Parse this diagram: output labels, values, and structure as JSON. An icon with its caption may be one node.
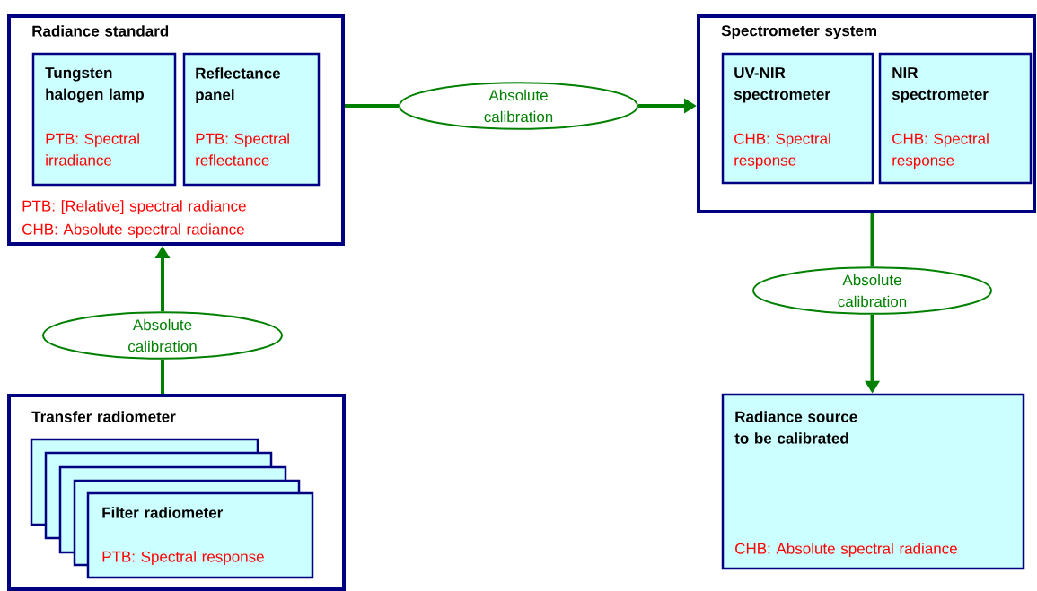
{
  "diagram": {
    "nodes": [
      {
        "text": [
          "Radiance standard",
          "PTB: [Relative] spectral radiance",
          "CHB: Absolute spectral radiance"
        ]
      },
      {
        "text": [
          "Tungsten halogen lamp",
          "PTB: Spectral irradiance"
        ],
        "in": 0
      },
      {
        "text": [
          "Reflectance panel",
          "PTB: Spectral reflectance"
        ],
        "in": 0
      },
      {
        "text": [
          "Absolute calibration"
        ]
      },
      {
        "text": [
          "Spectrometer system"
        ]
      },
      {
        "text": [
          "UV-NIR spectrometer",
          "CHB: Spectral response"
        ],
        "in": 4
      },
      {
        "text": [
          "NIR spectrometer",
          "CHB: Spectral response"
        ],
        "in": 4
      },
      {
        "text": [
          "Absolute calibration"
        ]
      },
      {
        "text": [
          "Radiance source to be calibrated",
          "CHB: Absolute spectral radiance"
        ]
      },
      {
        "text": [
          "Absolute calibration"
        ]
      },
      {
        "text": [
          "Transfer radiometer"
        ]
      },
      {
        "text": [],
        "shape": "box",
        "in": 10
      },
      {
        "text": [],
        "shape": "box",
        "in": 10
      },
      {
        "text": [],
        "shape": "box",
        "in": 10
      },
      {
        "text": [],
        "shape": "box",
        "in": 10
      },
      {
        "text": [
          "Filter radiometer",
          "PTB: Spectral response"
        ],
        "in": 10
      }
    ],
    "edges": [
      {
        "from": 0,
        "to": 3,
        "arrow": "none"
      },
      {
        "from": 3,
        "to": 4,
        "arrow": "to"
      },
      {
        "from": 4,
        "to": 7,
        "arrow": "none"
      },
      {
        "from": 7,
        "to": 8,
        "arrow": "to"
      },
      {
        "from": 10,
        "to": 9,
        "arrow": "none"
      },
      {
        "from": 9,
        "to": 0,
        "arrow": "to"
      }
    ]
  }
}
